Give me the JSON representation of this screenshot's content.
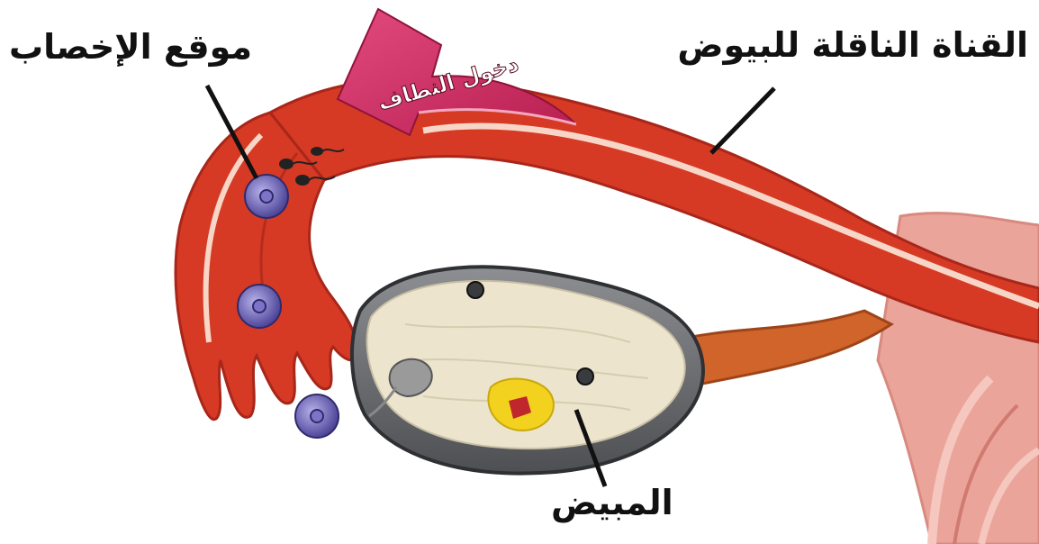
{
  "labels": {
    "fallopian_tube": "القناة الناقلة للبيوض",
    "fertilization_site": "موقع الإخصاب",
    "ovary": "المبيض",
    "sperm_entry": "دخول النطاف"
  },
  "colors": {
    "tube_red": "#d63a24",
    "tube_dark": "#a8261a",
    "tube_highlight": "#f7d6c8",
    "arrow_pink": "#d5326a",
    "ovary_rim": "#6d6f72",
    "ovary_inner": "#ece4cc",
    "egg_purple": "#6b62b8",
    "follicle_yellow": "#f2d21e",
    "uterus_pink": "#eaa49a"
  }
}
